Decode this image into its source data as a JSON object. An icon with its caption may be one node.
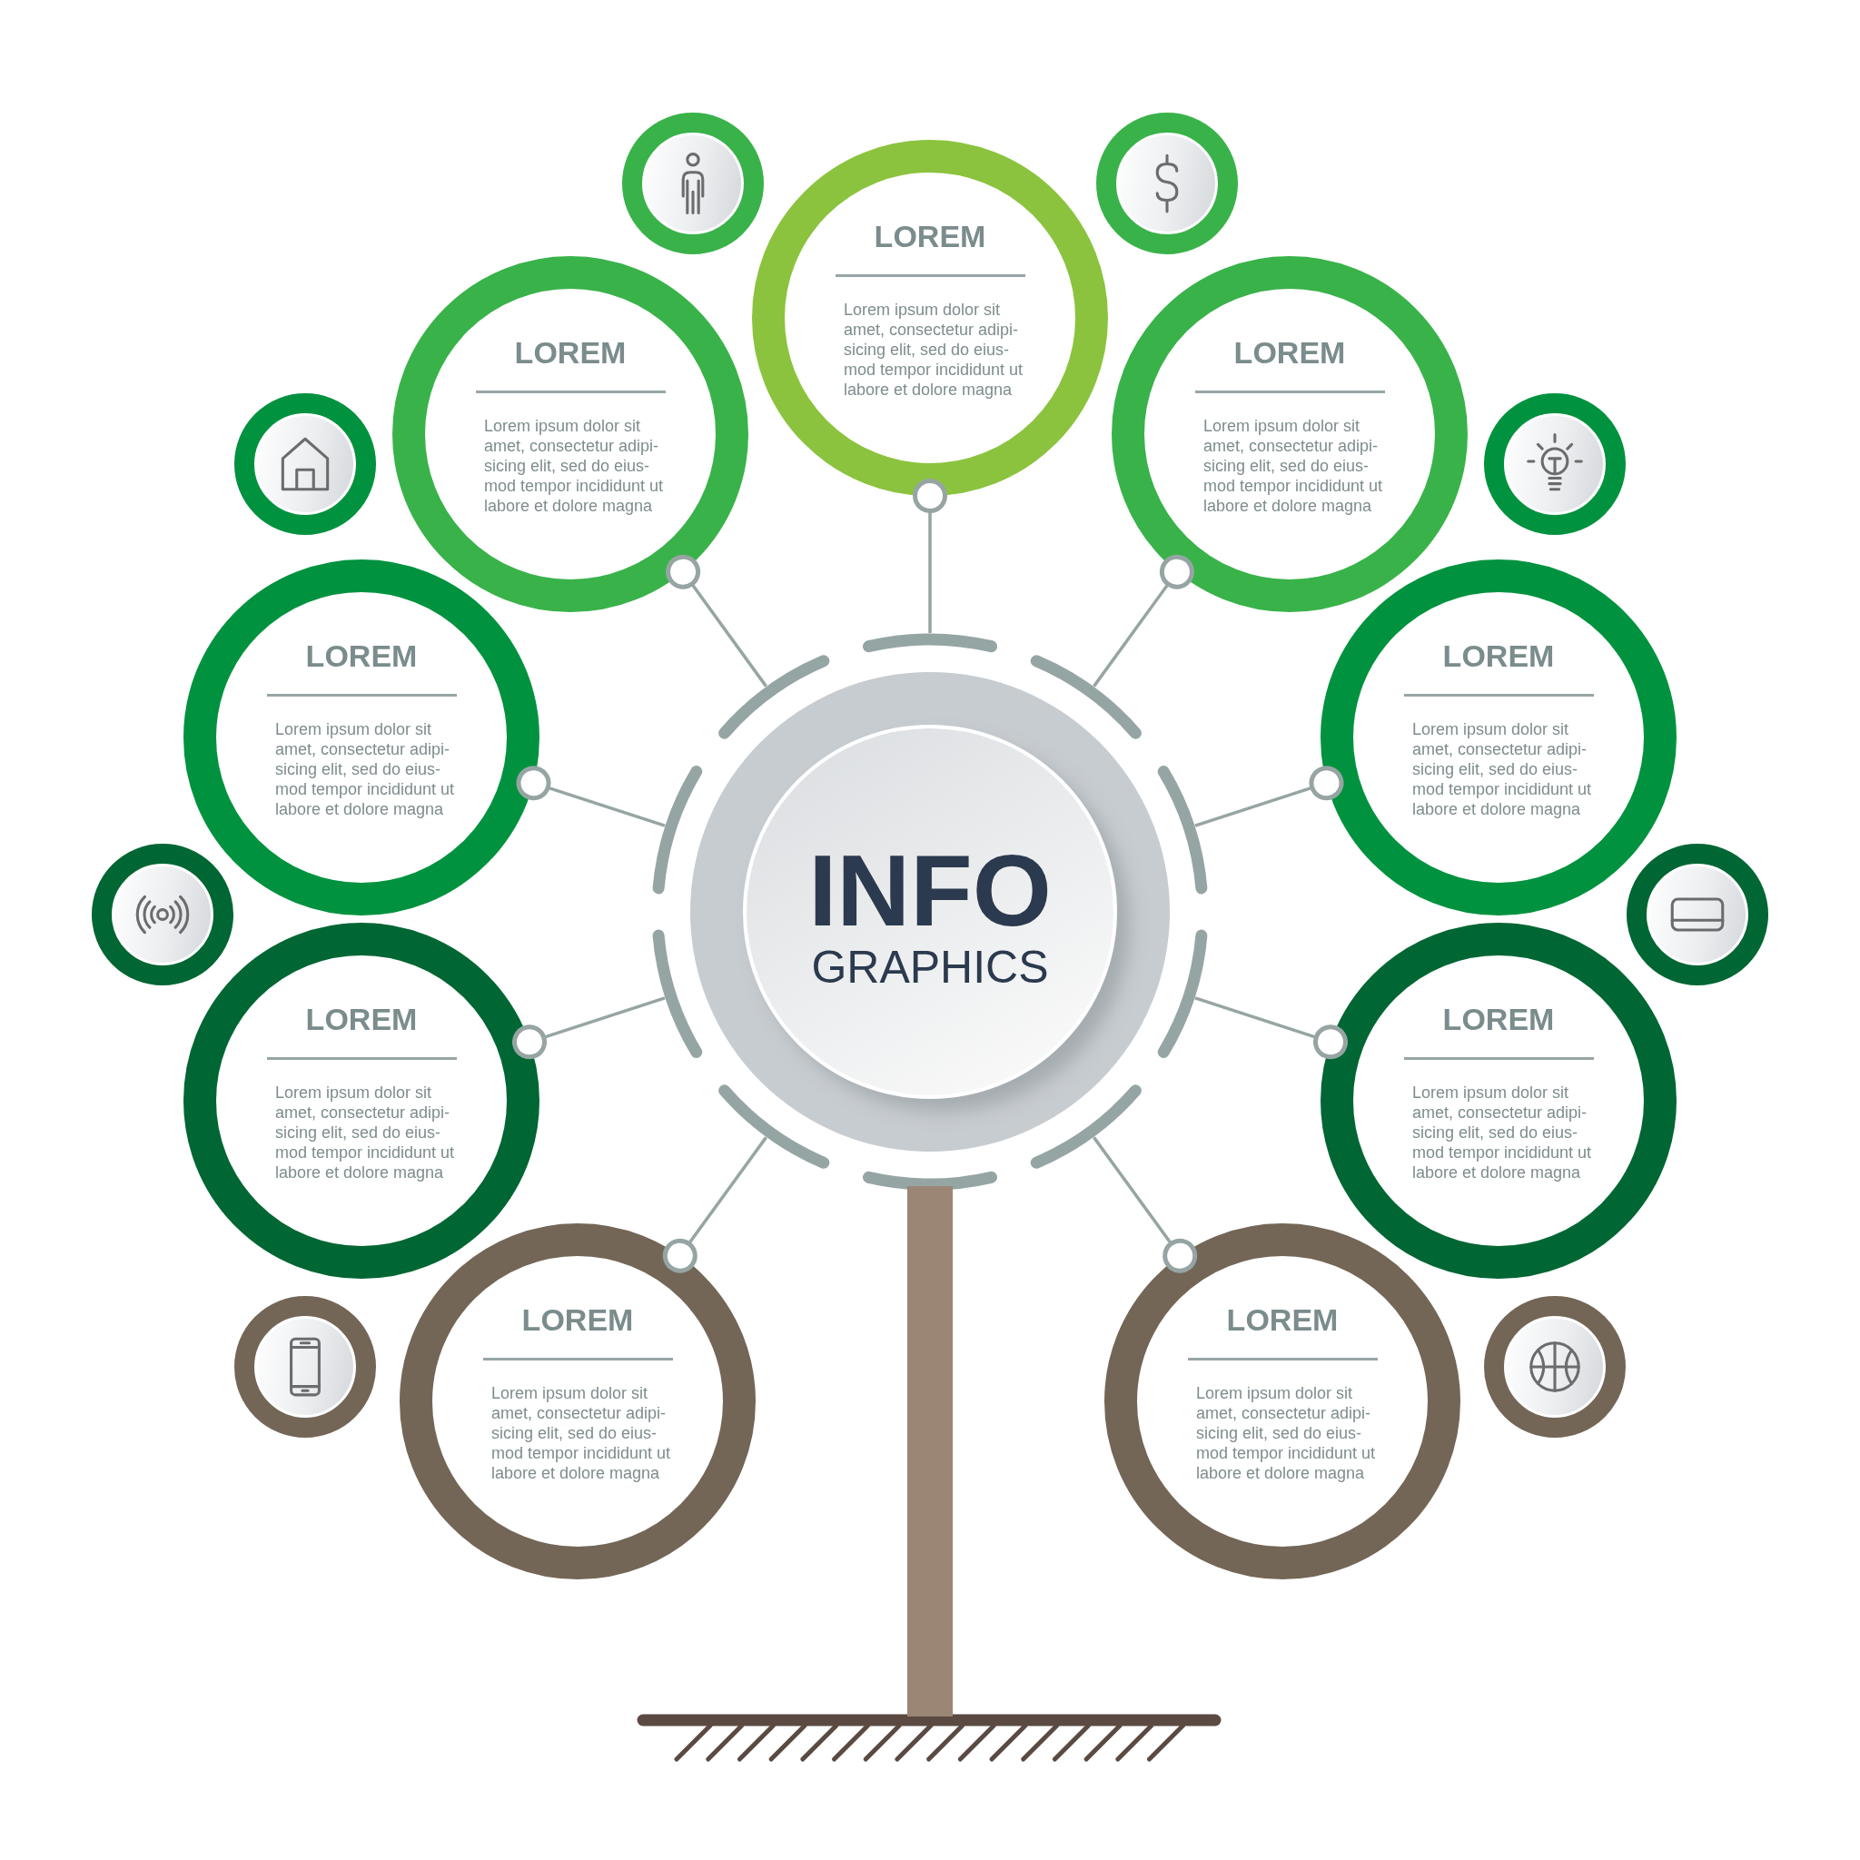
{
  "diagram": {
    "nodes": [
      {
        "text": [],
        "shape": "circle"
      },
      {
        "text": [],
        "shape": "circle"
      },
      {
        "text": [
          "LOREM",
          "Lorem ipsum dolor sit amet, consectetur adipi- sicing elit, sed do eius- mod tempor incididunt ut labore et dolore magna"
        ]
      },
      {
        "text": [
          "LOREM",
          "Lorem ipsum dolor sit amet, consectetur adipi- sicing elit, sed do eius- mod tempor incididunt ut labore et dolore magna"
        ]
      },
      {
        "text": [
          "LOREM",
          "Lorem ipsum dolor sit amet, consectetur adipi- sicing elit, sed do eius- mod tempor incididunt ut labore et dolore magna"
        ]
      },
      {
        "text": [],
        "shape": "circle"
      },
      {
        "text": [],
        "shape": "circle"
      },
      {
        "text": [
          "LOREM",
          "Lorem ipsum dolor sit amet, consectetur adipi- sicing elit, sed do eius- mod tempor incididunt ut labore et dolore magna"
        ]
      },
      {
        "text": [
          "LOREM",
          "Lorem ipsum dolor sit amet, consectetur adipi- sicing elit, sed do eius- mod tempor incididunt ut labore et dolore magna"
        ]
      },
      {
        "text": [
          "INFO",
          "GRAPHICS"
        ]
      },
      {
        "text": [],
        "shape": "circle"
      },
      {
        "text": [],
        "shape": "circle"
      },
      {
        "text": [
          "LOREM",
          "Lorem ipsum dolor sit amet, consectetur adipi- sicing elit, sed do eius- mod tempor incididunt ut labore et dolore magna"
        ]
      },
      {
        "text": [
          "LOREM",
          "Lorem ipsum dolor sit amet, consectetur adipi- sicing elit, sed do eius- mod tempor incididunt ut labore et dolore magna"
        ]
      },
      {
        "text": [
          "LOREM",
          "Lorem ipsum dolor sit amet, consectetur adipi- sicing elit, sed do eius- mod tempor incididunt ut labore et dolore magna"
        ]
      },
      {
        "text": [
          "LOREM",
          "Lorem ipsum dolor sit amet, consectetur adipi- sicing elit, sed do eius- mod tempor incididunt ut labore et dolore magna"
        ]
      },
      {
        "text": [],
        "shape": "circle"
      },
      {
        "text": [],
        "shape": "circle"
      },
      {
        "text": [],
        "shape": "bar"
      }
    ],
    "edges": [
      {
        "from": 9,
        "to": 2,
        "arrow": "other"
      },
      {
        "from": 9,
        "to": 3,
        "arrow": "other"
      },
      {
        "from": 9,
        "to": 4,
        "arrow": "other"
      },
      {
        "from": 9,
        "to": 7,
        "arrow": "other"
      },
      {
        "from": 9,
        "to": 8,
        "arrow": "other"
      },
      {
        "from": 9,
        "to": 12,
        "arrow": "other"
      },
      {
        "from": 9,
        "to": 13,
        "arrow": "other"
      },
      {
        "from": 9,
        "to": 14,
        "arrow": "other"
      },
      {
        "from": 9,
        "to": 15,
        "arrow": "other"
      }
    ]
  }
}
